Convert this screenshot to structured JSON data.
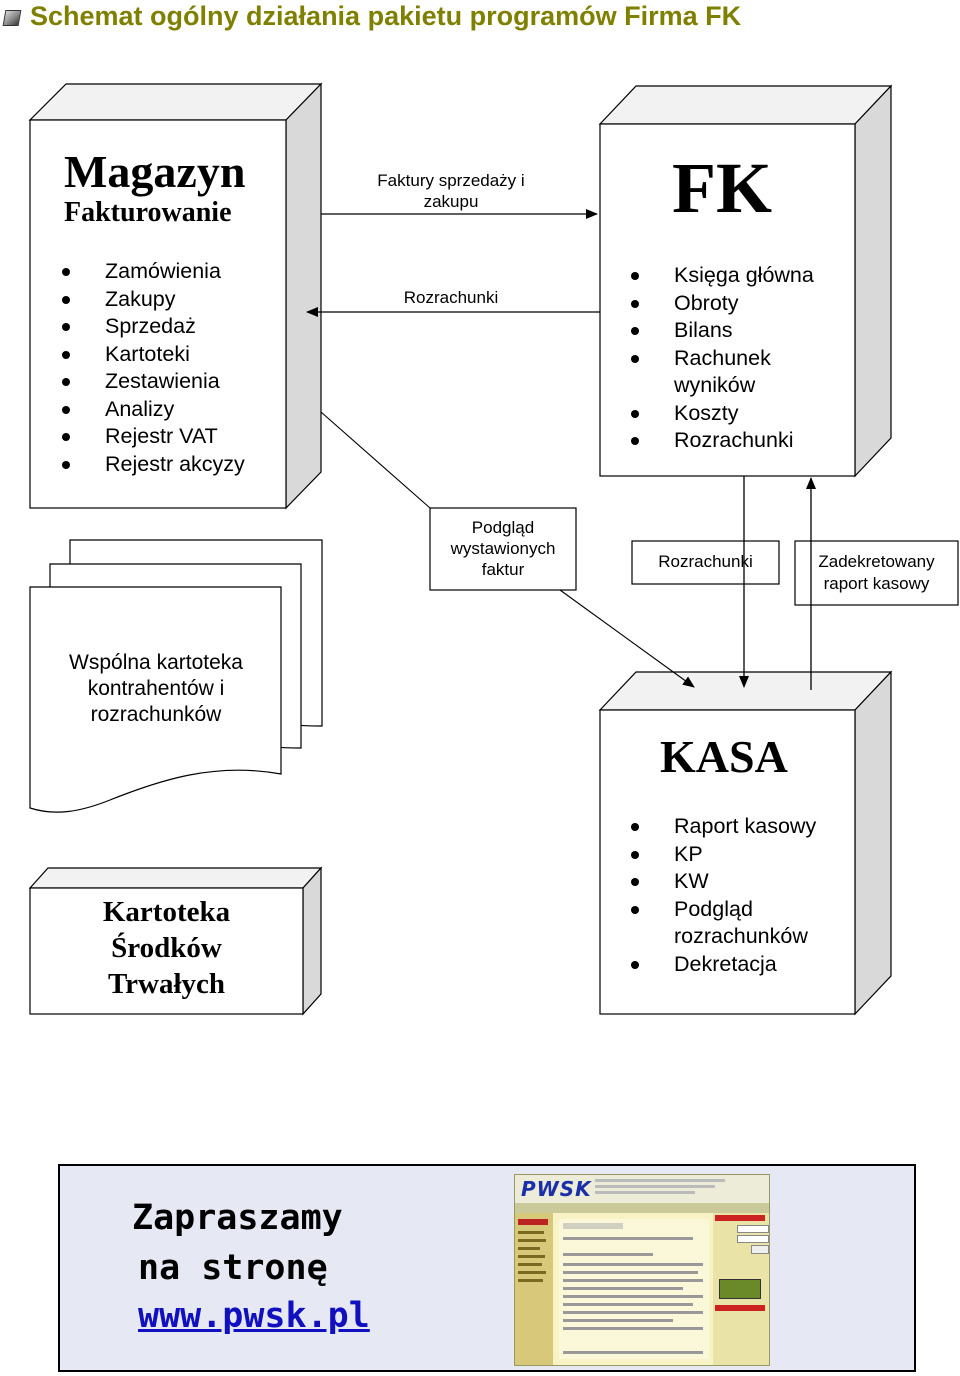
{
  "header": {
    "title": "Schemat ogólny działania pakietu programów  Firma FK"
  },
  "magazyn": {
    "title": "Magazyn",
    "subtitle": "Fakturowanie",
    "items": [
      "Zamówienia",
      "Zakupy",
      "Sprzedaż",
      "Kartoteki",
      "Zestawienia",
      "Analizy",
      "Rejestr VAT",
      "Rejestr akcyzy"
    ]
  },
  "fk": {
    "title": "FK",
    "items": [
      "Księga główna",
      "Obroty",
      "Bilans",
      "Rachunek wyników",
      "Koszty",
      "Rozrachunki"
    ]
  },
  "kasa": {
    "title": "KASA",
    "items": [
      "Raport kasowy",
      "KP",
      "KW",
      "Podgląd rozrachunków",
      "Dekretacja"
    ]
  },
  "arrows": {
    "invoices": [
      "Faktury sprzedaży i",
      "zakupu"
    ],
    "settlements_top": "Rozrachunki",
    "invoice_preview": [
      "Podgląd",
      "wystawionych",
      "faktur"
    ],
    "settlements_box": "Rozrachunki",
    "cash_report": [
      "Zadekretowany",
      "raport kasowy"
    ]
  },
  "kartoteka": {
    "lines": [
      "Wspólna kartoteka",
      "kontrahentów i",
      "rozrachunków"
    ]
  },
  "srodki": {
    "lines": [
      "Kartoteka",
      "Środków",
      "Trwałych"
    ]
  },
  "promo": {
    "line1": "Zapraszamy",
    "line2": "na stronę",
    "url": "www.pwsk.pl",
    "thumb_logo": "PWSK"
  }
}
